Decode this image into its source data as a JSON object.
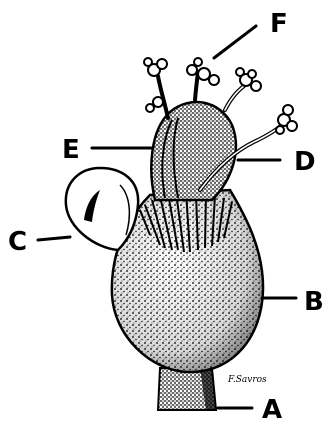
{
  "labels": {
    "a": "A",
    "b": "B",
    "c": "C",
    "d": "D",
    "e": "E",
    "f": "F"
  },
  "signature": "F.Savros",
  "colors": {
    "ink": "#000000",
    "paper": "#ffffff",
    "shade": "#111111"
  }
}
